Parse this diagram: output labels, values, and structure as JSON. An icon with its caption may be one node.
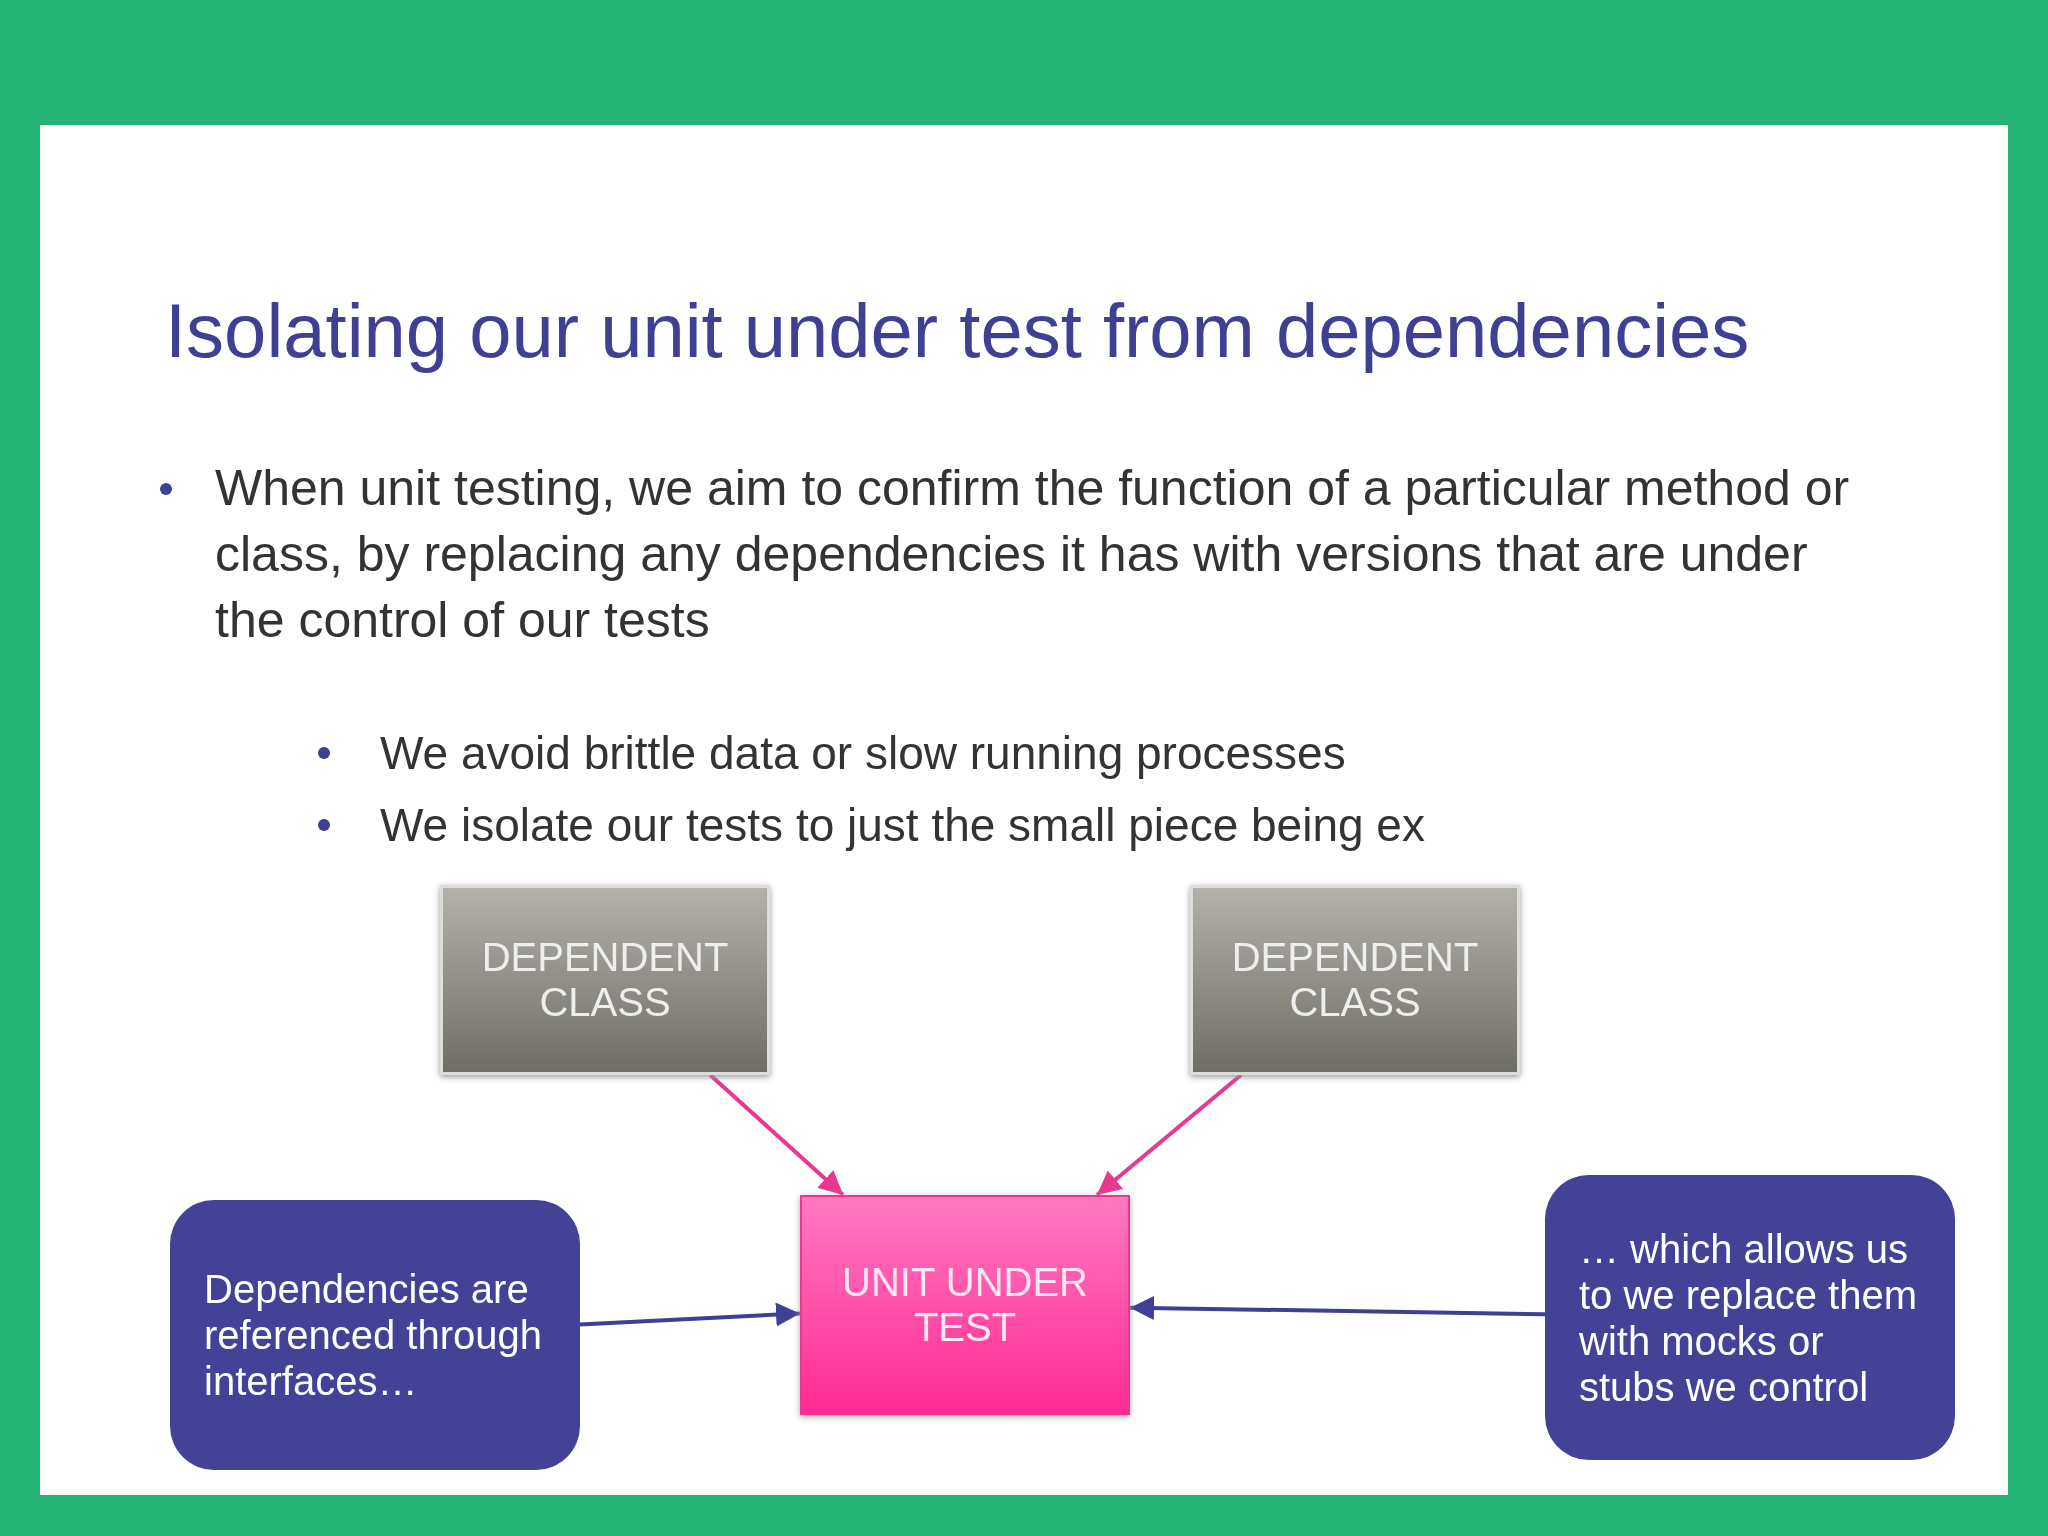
{
  "diagram": {
    "title": "Isolating our unit under test from dependencies",
    "nodes": [
      {
        "text": [
          "DEPENDENT CLASS"
        ]
      },
      {
        "text": [
          "DEPENDENT CLASS"
        ]
      },
      {
        "text": [
          "UNIT UNDER TEST"
        ]
      },
      {
        "text": [
          "Dependencies are referenced through interfaces…"
        ]
      },
      {
        "text": [
          "… which allows us to we replace them with mocks or stubs we control"
        ]
      }
    ],
    "edges": [
      {
        "from": 0,
        "to": 2,
        "arrow": "to",
        "color": "#e8388f"
      },
      {
        "from": 1,
        "to": 2,
        "arrow": "to",
        "color": "#e8388f"
      },
      {
        "from": 3,
        "to": 2,
        "arrow": "to",
        "color": "#3f3f93"
      },
      {
        "from": 4,
        "to": 2,
        "arrow": "to",
        "color": "#3f3f93"
      }
    ],
    "labels": [
      "When unit testing, we aim to confirm the function of a particular method or class, by replacing any dependencies it has with versions that are under the control of our tests",
      "We avoid brittle data or slow running processes",
      "We isolate our tests to just the small piece being ex"
    ]
  }
}
